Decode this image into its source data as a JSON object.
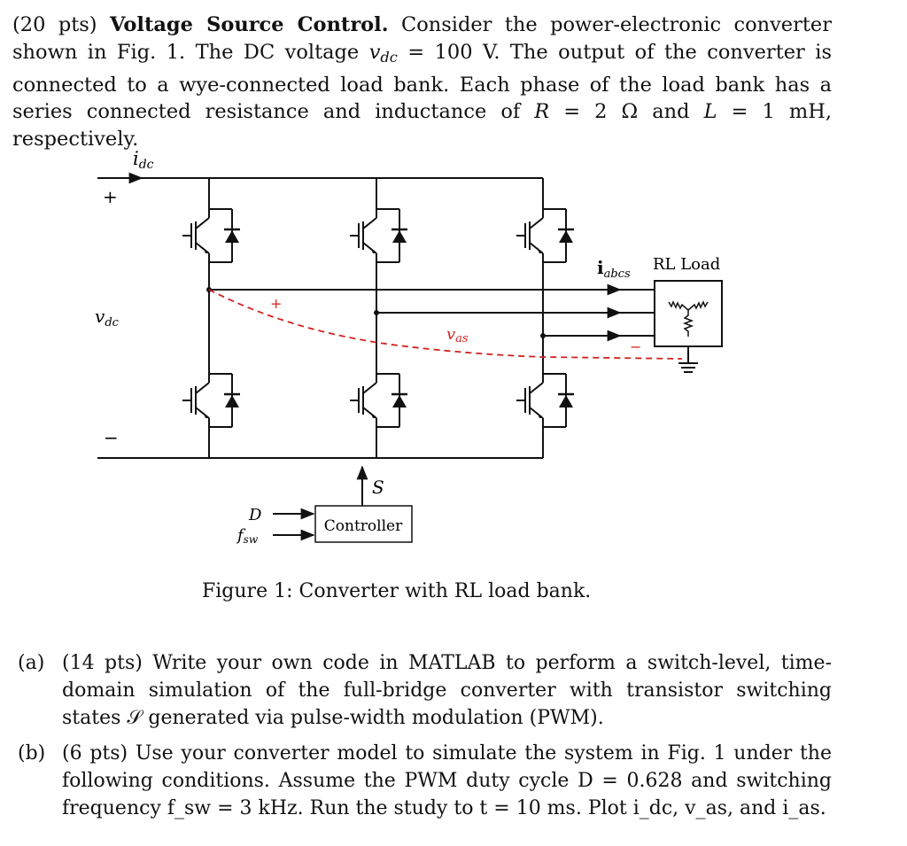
{
  "problem": {
    "points": "(20 pts)",
    "title": "Voltage Source Control.",
    "text_1": " Consider the power-electronic converter shown in Fig. 1. The DC voltage ",
    "vdc_sym": "v",
    "vdc_sub": "dc",
    "text_2": " = 100 V. The output of the converter is connected to a wye-connected load bank. Each phase of the load bank has a series connected resistance and inductance of ",
    "r_sym": "R",
    "text_3": " = 2 Ω and ",
    "l_sym": "L",
    "text_4": " = 1 mH, respectively."
  },
  "figure": {
    "idc_label": "i",
    "idc_sub": "dc",
    "plus_label": "+",
    "minus_label": "−",
    "vdc_label": "v",
    "vdc_sub": "dc",
    "iabcs_label": "i",
    "iabcs_sub": "abcs",
    "rl_load_label": "RL Load",
    "vas_label": "v",
    "vas_sub": "as",
    "vas_plus": "+",
    "vas_minus": "−",
    "s_label": "S",
    "d_label": "D",
    "fsw_label": "f",
    "fsw_sub": "sw",
    "controller_label": "Controller",
    "accent_color": "#d42020"
  },
  "caption": "Figure 1: Converter with RL load bank.",
  "parts": [
    {
      "label": "(a)",
      "text": "(14 pts) Write your own code in MATLAB to perform a switch-level, time-domain simulation of the full-bridge converter with transistor switching states 𝒮 generated via pulse-width modulation (PWM)."
    },
    {
      "label": "(b)",
      "text": "(6 pts) Use your converter model to simulate the system in Fig. 1 under the following conditions. Assume the PWM duty cycle D = 0.628 and switching frequency f_sw = 3 kHz. Run the study to t = 10 ms. Plot i_dc, v_as, and i_as."
    }
  ]
}
